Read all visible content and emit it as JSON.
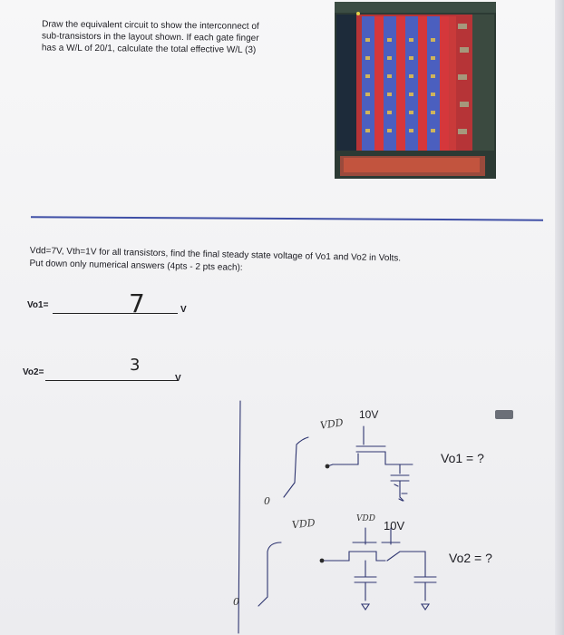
{
  "question1": {
    "line1": "Draw the equivalent circuit to show the interconnect of",
    "line2": "sub-transistors in the layout shown.  If each gate finger",
    "line3": "has a W/L of 20/1, calculate the total effective W/L (3)"
  },
  "question2": {
    "line1": "Vdd=7V, Vth=1V for all transistors, find the final steady state voltage of Vo1 and Vo2 in Volts.",
    "line2": "Put down only numerical answers (4pts - 2 pts each):"
  },
  "answers": {
    "vo1_label": "Vo1=",
    "vo1_value": "7",
    "vo1_unit": "V",
    "vo2_label": "Vo2=",
    "vo2_value": "3",
    "vo2_unit": "V"
  },
  "circuit": {
    "supply_top": "10V",
    "supply_bottom": "10V",
    "vo1_text": "Vo1 = ?",
    "vo2_text": "Vo2 = ?",
    "vdd_mark_1": "VDD",
    "vdd_mark_2": "VDD",
    "vdd_mark_3": "VDD",
    "zero_mark_1": "0",
    "zero_mark_2": "0"
  },
  "colors": {
    "rule": "#3f4fa6",
    "layout_background": "#2a3b33",
    "poly_red": "#d5373b",
    "metal_blue": "#4b5fbf"
  }
}
